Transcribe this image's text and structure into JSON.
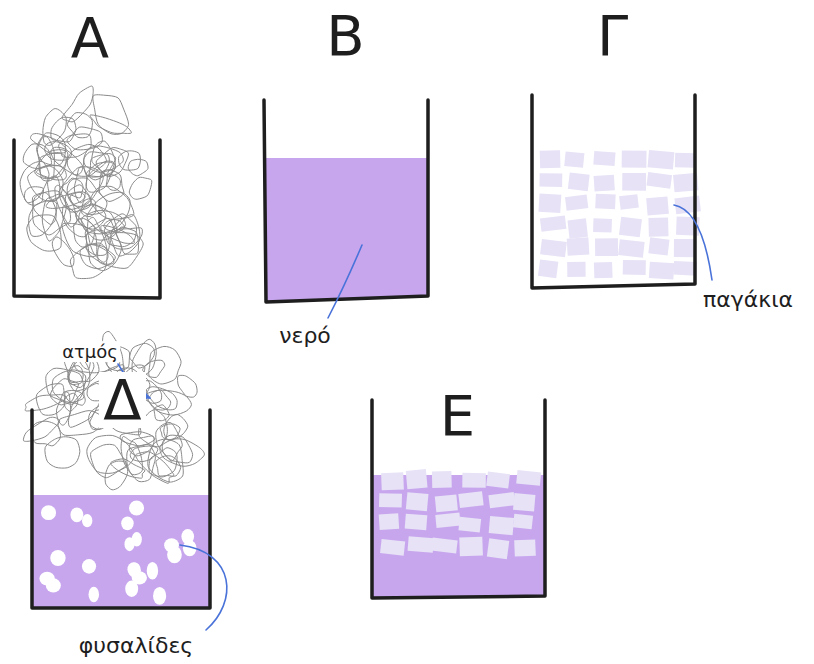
{
  "diagram": {
    "nodes": [
      {
        "text": [
          "Α"
        ]
      },
      {
        "text": [
          "Β"
        ]
      },
      {
        "text": [
          "Γ"
        ]
      },
      {
        "text": [
          "Δ"
        ]
      },
      {
        "text": [
          "Ε"
        ]
      }
    ],
    "labels": [
      "νερό",
      "παγάκια",
      "ατμός",
      "φυσαλίδες"
    ]
  }
}
